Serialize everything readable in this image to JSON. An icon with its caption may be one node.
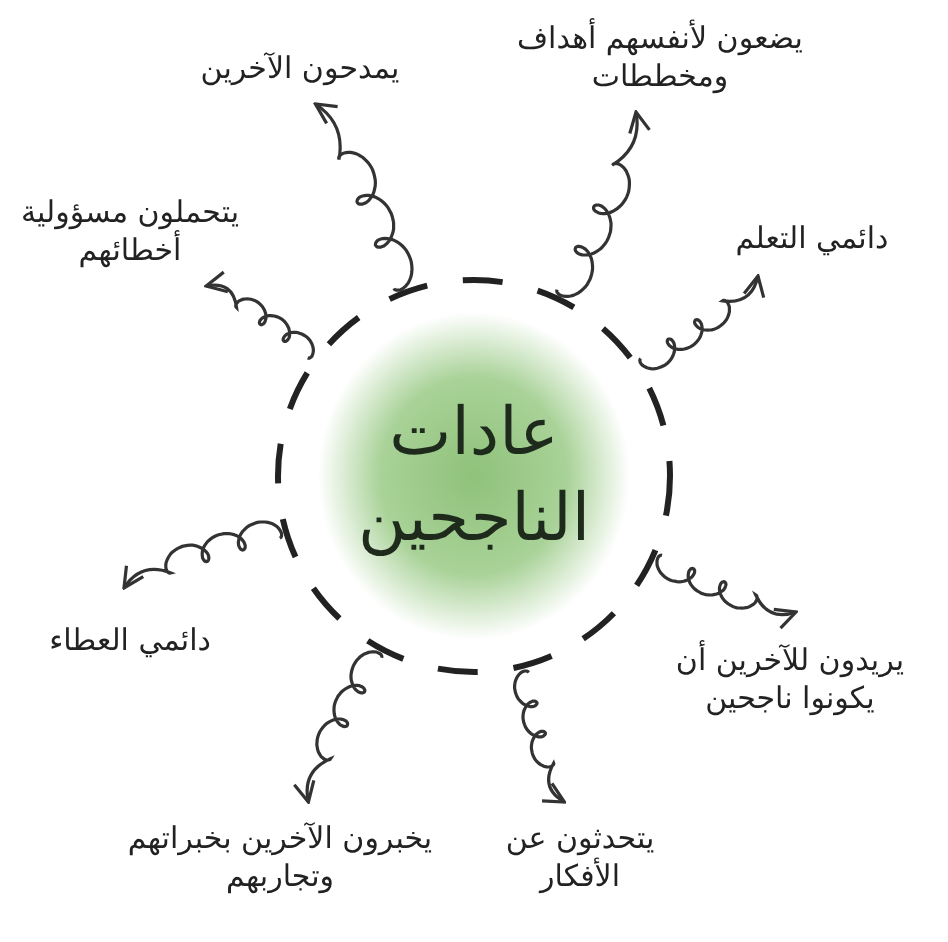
{
  "diagram": {
    "nodes": [
      {
        "text": [
          "عادات الناجحين"
        ]
      },
      {
        "text": [
          "يضعون لأنفسهم أهداف ومخططات"
        ]
      },
      {
        "text": [
          "يمدحون الآخرين"
        ]
      },
      {
        "text": [
          "دائمي التعلم"
        ]
      },
      {
        "text": [
          "يتحملون مسؤولية أخطائهم"
        ]
      },
      {
        "text": [
          "يريدون للآخرين أن يكونوا ناجحين"
        ]
      },
      {
        "text": [
          "دائمي العطاء"
        ]
      },
      {
        "text": [
          "يتحدثون عن الأفكار"
        ]
      },
      {
        "text": [
          "يخبرون الآخرين بخبراتهم وتجاربهم"
        ]
      }
    ],
    "edges": [
      {
        "from": 0,
        "to": 1,
        "arrow": "to"
      },
      {
        "from": 0,
        "to": 2,
        "arrow": "to"
      },
      {
        "from": 0,
        "to": 3,
        "arrow": "to"
      },
      {
        "from": 0,
        "to": 4,
        "arrow": "to"
      },
      {
        "from": 0,
        "to": 5,
        "arrow": "to"
      },
      {
        "from": 0,
        "to": 6,
        "arrow": "to"
      },
      {
        "from": 0,
        "to": 7,
        "arrow": "to"
      },
      {
        "from": 0,
        "to": 8,
        "arrow": "to"
      }
    ]
  }
}
